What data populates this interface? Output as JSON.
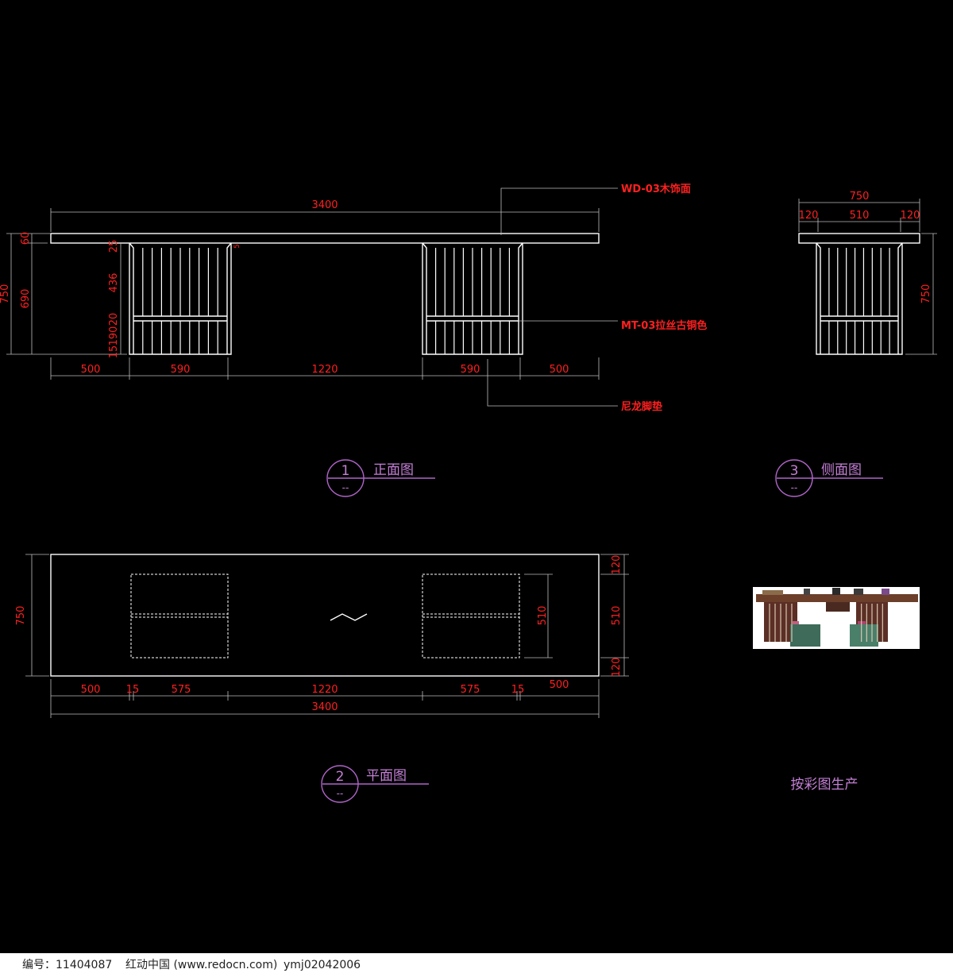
{
  "front_view": {
    "total_width": "3400",
    "bottom_dims": [
      "500",
      "590",
      "1220",
      "590",
      "500"
    ],
    "left_dims": {
      "overall": "750",
      "body": "690",
      "top": "60"
    },
    "leg_dims": [
      "25",
      "436",
      "20",
      "190",
      "15"
    ],
    "tiny_dim": "5",
    "callout_top": "WD-03木饰面",
    "callout_mid": "MT-03拉丝古铜色",
    "callout_bottom": "尼龙脚垫",
    "title_number": "1",
    "title_sub": "--",
    "title": "正面图"
  },
  "side_view": {
    "width": "750",
    "sub_dims": [
      "120",
      "510",
      "120"
    ],
    "height": "750",
    "title_number": "3",
    "title_sub": "--",
    "title": "侧面图"
  },
  "plan_view": {
    "left_dim": "750",
    "right_dims": [
      "120",
      "510",
      "120"
    ],
    "inner_dim": "510",
    "bottom_dims": [
      "500",
      "15",
      "575",
      "1220",
      "575",
      "15",
      "500"
    ],
    "total": "3400",
    "title_number": "2",
    "title_sub": "--",
    "title": "平面图"
  },
  "reference_note": "按彩图生产",
  "footer": {
    "id_text": "编号：11404087",
    "site_text": "红动中国 (www.redocn.com)",
    "user_text": "ymj02042006"
  },
  "colors": {
    "background": "#000000",
    "lines": "#ffffff",
    "dimensions": "#ff2020",
    "titles": "#c47fd6"
  }
}
